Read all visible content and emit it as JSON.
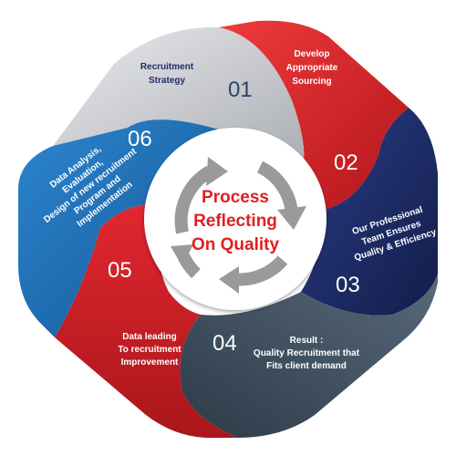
{
  "center": {
    "lines": [
      "Process",
      "Reflecting",
      "On Quality"
    ]
  },
  "segments": [
    {
      "number": "01",
      "lines": [
        "Recruitment",
        "Strategy"
      ]
    },
    {
      "number": "02",
      "lines": [
        "Develop",
        "Appropriate",
        "Sourcing"
      ]
    },
    {
      "number": "03",
      "lines": [
        "Our Professional",
        "Team Ensures",
        "Quality & Efficiency"
      ]
    },
    {
      "number": "04",
      "lines": [
        "Result :",
        "Quality Recruitment that",
        "Fits client  demand"
      ]
    },
    {
      "number": "05",
      "lines": [
        "Data leading",
        "To recruitment",
        "Improvement"
      ]
    },
    {
      "number": "06",
      "lines": [
        "Data Analysis,",
        "Evaluation,",
        "Design of new recruitment",
        "Program and",
        "Implementation"
      ]
    }
  ],
  "colors": {
    "silver": "#c4c6cb",
    "red": "#d8232a",
    "navy": "#1e2d6b",
    "slate": "#3c4f60",
    "blue": "#1f6fb5",
    "arrow": "#9a9a9a"
  }
}
